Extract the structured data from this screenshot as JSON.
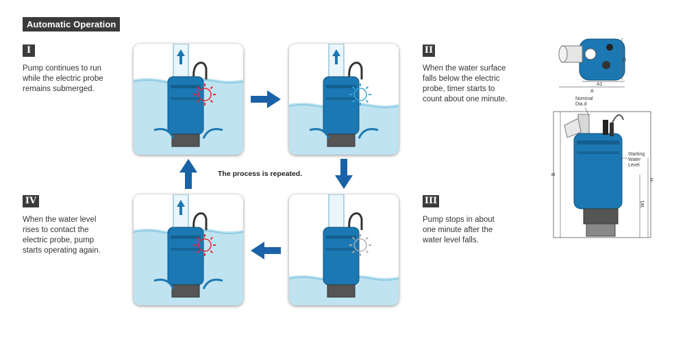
{
  "title": "Automatic Operation",
  "colors": {
    "flow_arrow": "#1a62a8",
    "water_light": "#bfe3f1",
    "water_dark": "#8fcbe3",
    "pump_blue": "#1c78b2",
    "pump_dark": "#0f4f7a",
    "probe_active": "#e8232a",
    "probe_timer": "#35a8e0",
    "probe_off": "#b0b0b0",
    "title_bg": "#3b3b3b"
  },
  "steps": [
    {
      "numeral": "I",
      "text": "Pump continues to run\nwhile the electric probe\nremains submerged.",
      "water_level": "high",
      "pump_running": true,
      "probe_state": "active-red"
    },
    {
      "numeral": "II",
      "text": "When the water surface\nfalls below the electric\nprobe, timer starts to\ncount about one minute.",
      "water_level": "low",
      "pump_running": true,
      "probe_state": "timer-blue"
    },
    {
      "numeral": "III",
      "text": "Pump stops in about\none minute after the\nwater level falls.",
      "water_level": "lowest",
      "pump_running": false,
      "probe_state": "off-grey"
    },
    {
      "numeral": "IV",
      "text": "When the water level\nrises to contact the\nelectric probe, pump\nstarts operating again.",
      "water_level": "high",
      "pump_running": true,
      "probe_state": "active-red"
    }
  ],
  "center_caption": "The process is repeated.",
  "dimension_drawing": {
    "labels": {
      "nominal_dia": "Nominal\nDia.d",
      "starting_level": "Starting\nWater\nLevel",
      "b": "B",
      "h": "H",
      "w1": "W1",
      "a": "A",
      "a1": "A1",
      "d": "D"
    }
  }
}
